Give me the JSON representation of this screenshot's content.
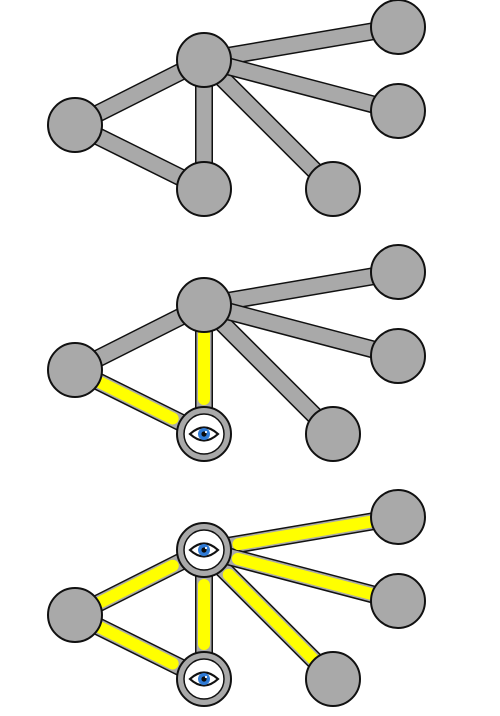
{
  "colors": {
    "node_fill": "#a9a9a9",
    "node_stroke": "#111111",
    "edge_gray": "#a9a9a9",
    "edge_highlight": "#ffff00",
    "observed_ring_fill": "#ffffff",
    "eye_iris": "#2f7bd6"
  },
  "panels": [
    {
      "id": "panel-1",
      "description_visible": "",
      "observed_nodes": [],
      "highlighted_edges": []
    },
    {
      "id": "panel-2",
      "description_visible": "",
      "observed_nodes": [
        "bottom-mid"
      ],
      "highlighted_edges": [
        "left-bottom-mid",
        "top-bottom-mid"
      ]
    },
    {
      "id": "panel-3",
      "description_visible": "",
      "observed_nodes": [
        "top",
        "bottom-mid"
      ],
      "highlighted_edges": [
        "left-top",
        "top-right-1",
        "top-right-2",
        "top-right-3",
        "top-bottom-mid",
        "left-bottom-mid"
      ]
    }
  ],
  "graph": {
    "nodes": [
      "top",
      "left",
      "bottom-mid",
      "bottom-right",
      "right-1",
      "right-2"
    ],
    "edges": [
      [
        "left",
        "top"
      ],
      [
        "left",
        "bottom-mid"
      ],
      [
        "top",
        "bottom-mid"
      ],
      [
        "top",
        "bottom-right"
      ],
      [
        "top",
        "right-1"
      ],
      [
        "top",
        "right-2"
      ]
    ]
  },
  "icons": {
    "observed_node_icon": "eye-icon"
  }
}
